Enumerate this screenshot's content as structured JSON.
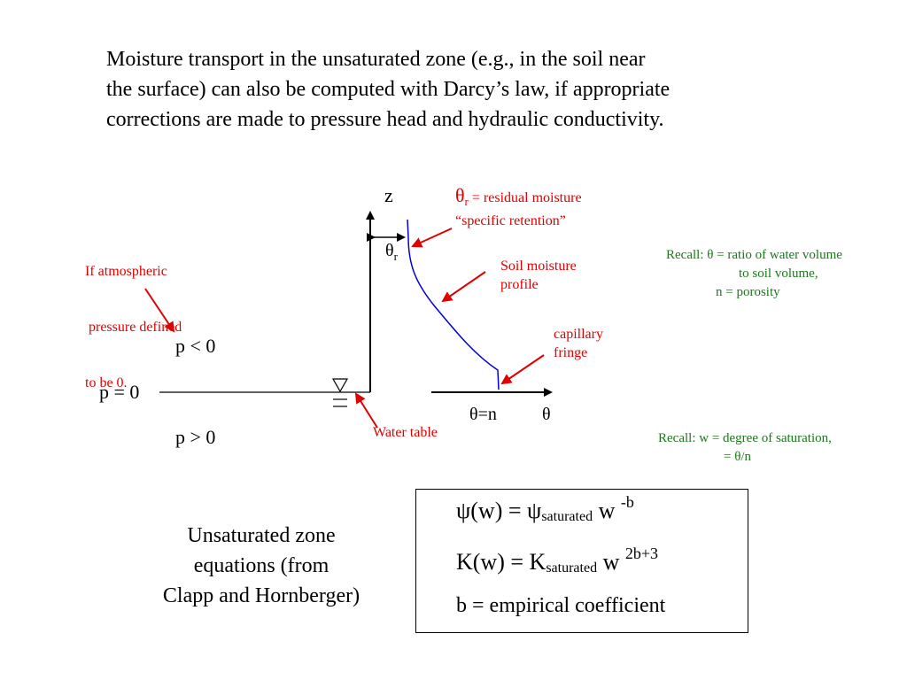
{
  "intro": {
    "line1": "Moisture transport in the unsaturated zone (e.g., in the soil near",
    "line2": "the surface) can also be computed with Darcy’s law, if appropriate",
    "line3": "corrections are made to pressure head and hydraulic conductivity."
  },
  "diagram": {
    "z_axis_label": "z",
    "theta_axis_label": "θ",
    "theta_n_label": "θ=n",
    "theta_r_label": {
      "symbol": "θ",
      "subscript": "r"
    },
    "theta_r_def": {
      "symbol": "θ",
      "subscript": "r",
      "line1_rest": " = residual moisture",
      "line2": "“specific retention”"
    },
    "soil_moisture_profile": {
      "line1": "Soil  moisture",
      "line2": "profile"
    },
    "capillary_fringe": {
      "line1": "capillary",
      "line2": "fringe"
    },
    "water_table": "Water table",
    "atmospheric_note": {
      "line1": "If atmospheric",
      "line2": " pressure defined",
      "line3": "to be 0."
    },
    "p_less": "p < 0",
    "p_zero": "p = 0",
    "p_greater": "p > 0"
  },
  "recall_theta": {
    "line1": "Recall: θ = ratio of water volume",
    "line2": "to soil volume,",
    "line3": "n = porosity"
  },
  "recall_w": {
    "line1": "Recall: w = degree of saturation,",
    "line2": "= θ/n"
  },
  "equations": {
    "eq1": {
      "lhs": "ψ(w) = ψ",
      "sub": "saturated",
      "mid": " w ",
      "sup": "-b"
    },
    "eq2": {
      "lhs": "K(w) = K",
      "sub": "saturated",
      "mid": " w ",
      "sup": "2b+3"
    },
    "eq3": "b = empirical coefficient"
  },
  "caption": {
    "line1": "Unsaturated zone",
    "line2": "equations (from",
    "line3": "Clapp and Hornberger)"
  },
  "colors": {
    "annotation_red": "#e00000",
    "recall_green": "#1a7a1a",
    "profile_blue": "#0000dd",
    "axis_black": "#000000"
  }
}
